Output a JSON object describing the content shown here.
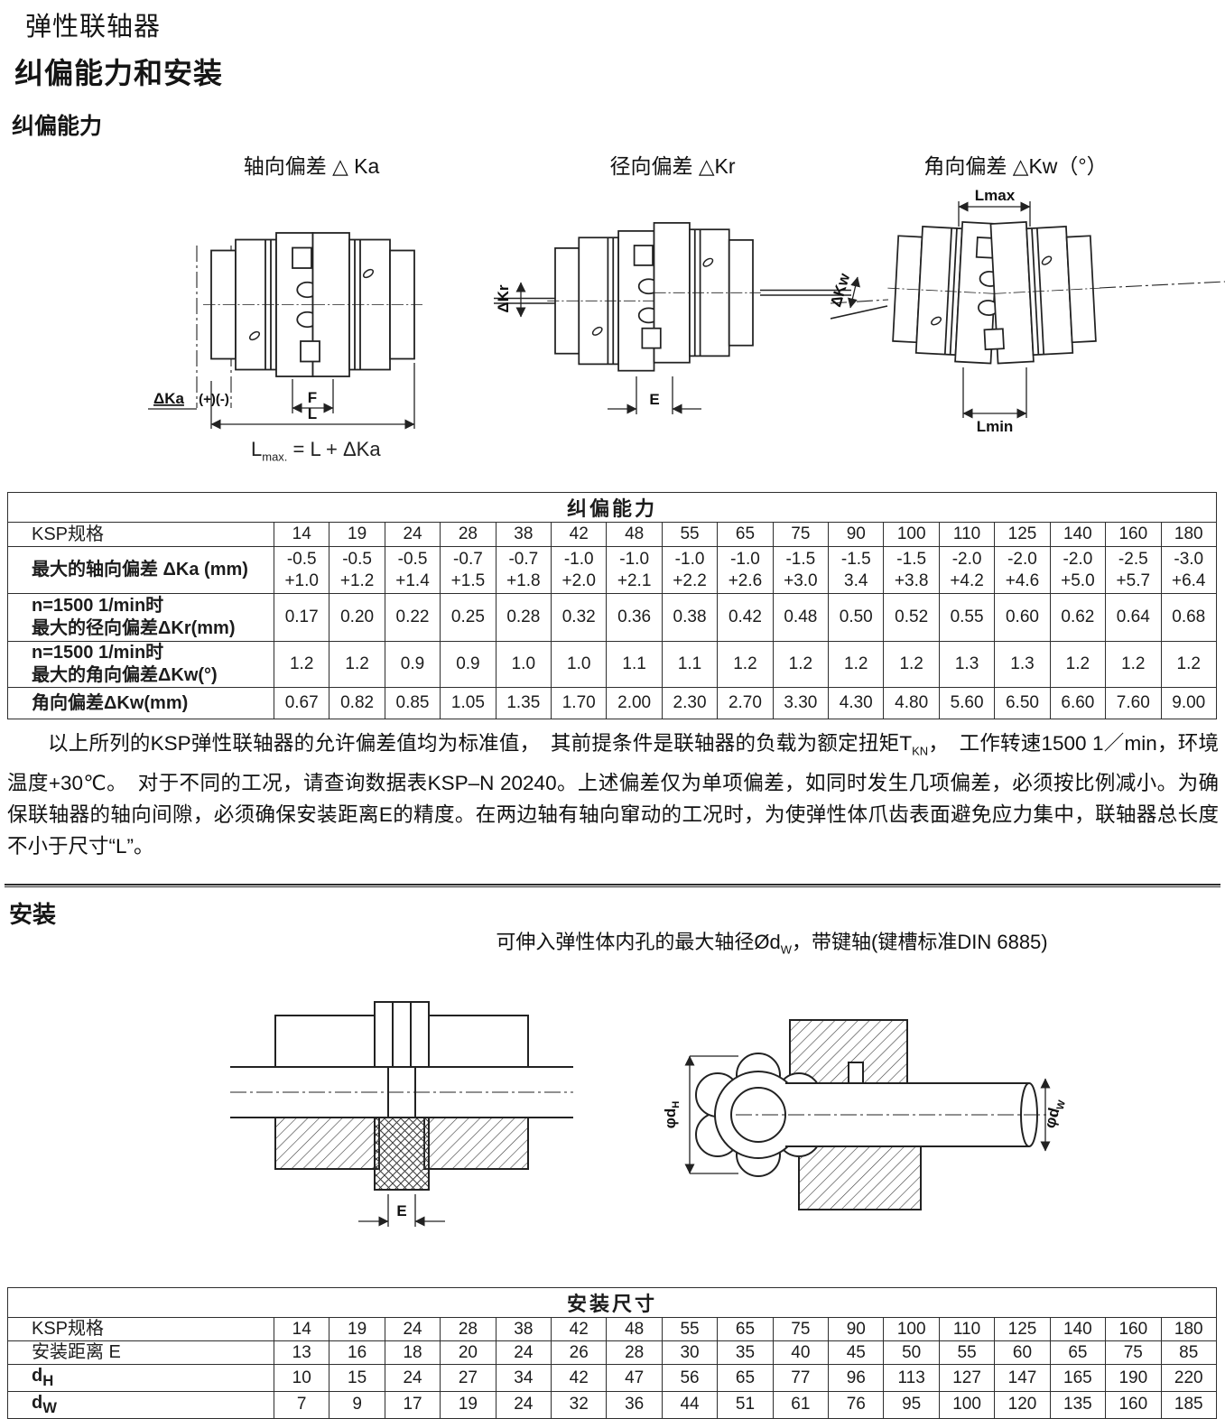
{
  "page": {
    "title": "弹性联轴器",
    "subtitle": "纠偏能力和安装",
    "section_correction": "纠偏能力",
    "section_install": "安装"
  },
  "diagrams": {
    "axial_title": "轴向偏差 △ Ka",
    "radial_title": "径向偏差 △Kr",
    "angular_title": "角向偏差 △Kw（°）",
    "labels": {
      "dka": "ΔKa",
      "plus_minus": "(+)(-)",
      "f": "F",
      "l": "L",
      "dkr": "ΔKr",
      "e": "E",
      "dkw": "ΔKw",
      "lmax": "Lmax",
      "lmin": "Lmin",
      "phi_d": "φd",
      "sub_h": "H",
      "sub_w": "W"
    }
  },
  "formula": {
    "base": "L",
    "sub": "max.",
    "rest": " = L + ΔKa"
  },
  "table1": {
    "title": "纠偏能力",
    "rows": [
      {
        "label": "KSP规格",
        "values": [
          "14",
          "19",
          "24",
          "28",
          "38",
          "42",
          "48",
          "55",
          "65",
          "75",
          "90",
          "100",
          "110",
          "125",
          "140",
          "160",
          "180"
        ]
      },
      {
        "label": "最大的轴向偏差 ΔKa (mm)",
        "values": [
          "-0.5\n+1.0",
          "-0.5\n+1.2",
          "-0.5\n+1.4",
          "-0.7\n+1.5",
          "-0.7\n+1.8",
          "-1.0\n+2.0",
          "-1.0\n+2.1",
          "-1.0\n+2.2",
          "-1.0\n+2.6",
          "-1.5\n+3.0",
          "-1.5\n3.4",
          "-1.5\n+3.8",
          "-2.0\n+4.2",
          "-2.0\n+4.6",
          "-2.0\n+5.0",
          "-2.5\n+5.7",
          "-3.0\n+6.4"
        ]
      },
      {
        "label": "n=1500 1/min时\n最大的径向偏差ΔKr(mm)",
        "values": [
          "0.17",
          "0.20",
          "0.22",
          "0.25",
          "0.28",
          "0.32",
          "0.36",
          "0.38",
          "0.42",
          "0.48",
          "0.50",
          "0.52",
          "0.55",
          "0.60",
          "0.62",
          "0.64",
          "0.68"
        ]
      },
      {
        "label": "n=1500 1/min时\n最大的角向偏差ΔKw(°)",
        "values": [
          "1.2",
          "1.2",
          "0.9",
          "0.9",
          "1.0",
          "1.0",
          "1.1",
          "1.1",
          "1.2",
          "1.2",
          "1.2",
          "1.2",
          "1.3",
          "1.3",
          "1.2",
          "1.2",
          "1.2"
        ]
      },
      {
        "label": "角向偏差ΔKw(mm)",
        "values": [
          "0.67",
          "0.82",
          "0.85",
          "1.05",
          "1.35",
          "1.70",
          "2.00",
          "2.30",
          "2.70",
          "3.30",
          "4.30",
          "4.80",
          "5.60",
          "6.50",
          "6.60",
          "7.60",
          "9.00"
        ]
      }
    ]
  },
  "paragraph": {
    "part1": "以上所列的KSP弹性联轴器的允许偏差值均为标准值，　其前提条件是联轴器的负载为额定扭矩T",
    "tkn_sub": "KN",
    "part2": "，　工作转速1500 1／min，环境温度+30℃。　对于不同的工况，请查询数据表KSP–N 20240。上述偏差仅为单项偏差，如同时发生几项偏差，必须按比例减小。为确保联轴器的轴向间隙，必须确保安装距离E的精度。在两边轴有轴向窜动的工况时，为使弹性体爪齿表面避免应力集中，联轴器总长度不小于尺寸“L”。"
  },
  "install": {
    "caption_pre": "可伸入弹性体内孔的最大轴径Ød",
    "caption_sub": "W",
    "caption_post": "，带键轴(键槽标准DIN 6885)"
  },
  "table2": {
    "title": "安装尺寸",
    "rows": [
      {
        "label": "KSP规格",
        "sub": "",
        "values": [
          "14",
          "19",
          "24",
          "28",
          "38",
          "42",
          "48",
          "55",
          "65",
          "75",
          "90",
          "100",
          "110",
          "125",
          "140",
          "160",
          "180"
        ]
      },
      {
        "label": "安装距离 E",
        "sub": "",
        "values": [
          "13",
          "16",
          "18",
          "20",
          "24",
          "26",
          "28",
          "30",
          "35",
          "40",
          "45",
          "50",
          "55",
          "60",
          "65",
          "75",
          "85"
        ]
      },
      {
        "label": "d",
        "sub": "H",
        "values": [
          "10",
          "15",
          "24",
          "27",
          "34",
          "42",
          "47",
          "56",
          "65",
          "77",
          "96",
          "113",
          "127",
          "147",
          "165",
          "190",
          "220"
        ]
      },
      {
        "label": "d",
        "sub": "W",
        "values": [
          "7",
          "9",
          "17",
          "19",
          "24",
          "32",
          "36",
          "44",
          "51",
          "61",
          "76",
          "95",
          "100",
          "120",
          "135",
          "160",
          "185"
        ]
      }
    ]
  }
}
